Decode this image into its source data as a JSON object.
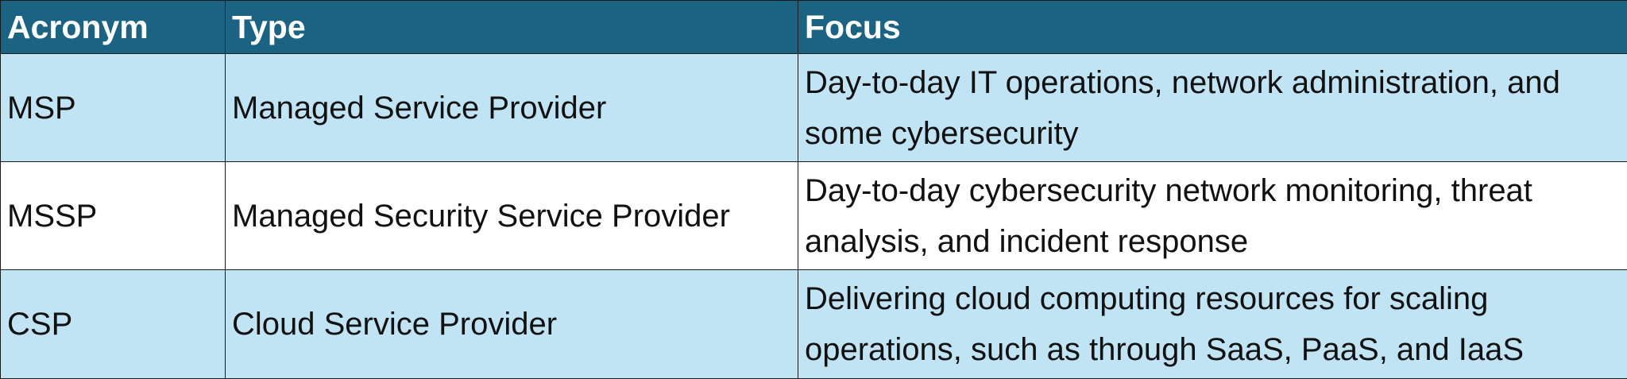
{
  "table": {
    "headers": [
      "Acronym",
      "Type",
      "Focus"
    ],
    "rows": [
      {
        "acronym": "MSP",
        "type": "Managed Service Provider",
        "focus": "Day-to-day IT operations, network administration, and some cybersecurity"
      },
      {
        "acronym": "MSSP",
        "type": "Managed Security Service Provider",
        "focus": "Day-to-day cybersecurity network monitoring, threat analysis, and incident response"
      },
      {
        "acronym": "CSP",
        "type": "Cloud Service Provider",
        "focus": "Delivering cloud computing resources for scaling operations, such as through SaaS, PaaS, and IaaS"
      }
    ]
  },
  "colors": {
    "header_bg": "#1b6383",
    "header_text": "#ffffff",
    "row_shaded_bg": "#c0e4f4",
    "row_plain_bg": "#ffffff",
    "border": "#1a1a1a"
  }
}
